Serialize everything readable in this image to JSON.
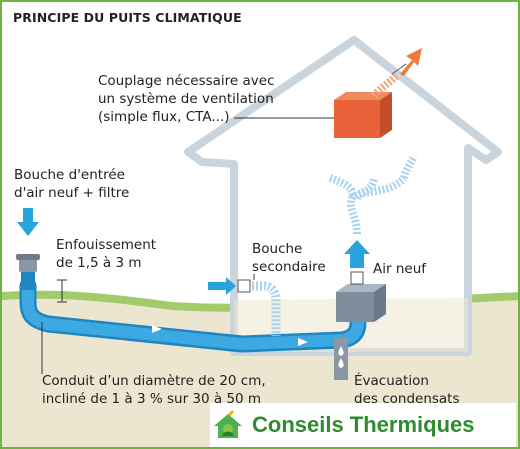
{
  "title": "PRINCIPE DU PUITS CLIMATIQUE",
  "labels": {
    "coupling_line1": "Couplage nécessaire avec",
    "coupling_line2": "un système de ventilation",
    "coupling_line3": "(simple flux, CTA...)",
    "inlet_line1": "Bouche d'entrée",
    "inlet_line2": "d'air neuf + filtre",
    "depth_line1": "Enfouissement",
    "depth_line2": "de 1,5 à 3 m",
    "secondary_line1": "Bouche",
    "secondary_line2": "secondaire",
    "fresh_air": "Air neuf",
    "duct_line1": "Conduit d’un diamètre de 20 cm,",
    "duct_line2": "incliné de 1 à 3 % sur 30 à 50 m",
    "drain_line1": "Évacuation",
    "drain_line2": "des condensats"
  },
  "brand": {
    "name": "Conseils Thermiques",
    "icon": "house-logo-icon"
  },
  "colors": {
    "frame": "#6db33f",
    "ground": "#e9e2cc",
    "grass": "#9fc86a",
    "duct": "#3aa8e0",
    "duct_dark": "#1f86c2",
    "arrow": "#29a3dc",
    "house_outline": "#c9d4dd",
    "exhaust_box": "#e8623a",
    "exhaust_arrow": "#f07a3c",
    "text": "#222222",
    "brand_green": "#2e8b2e"
  }
}
